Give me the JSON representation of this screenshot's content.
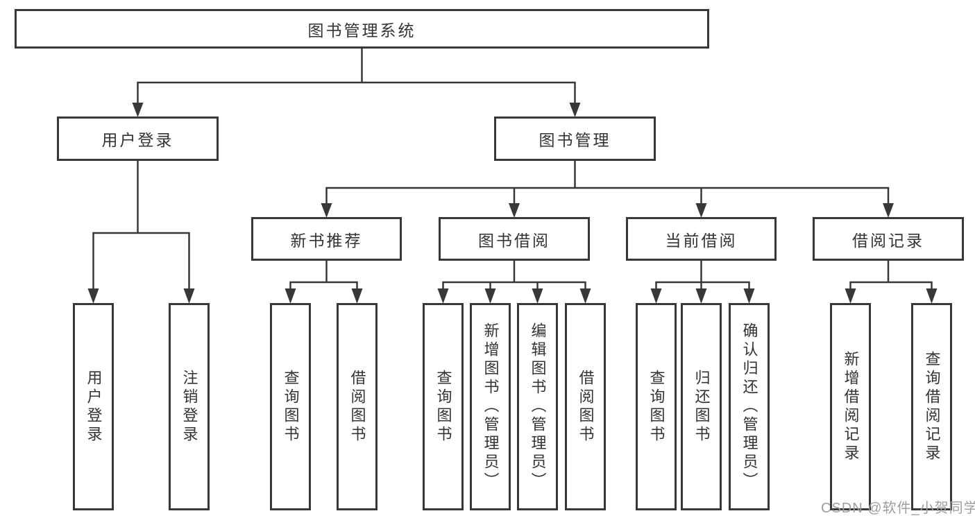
{
  "diagram": {
    "title": "图书管理系统",
    "root": {
      "label": "图书管理系统"
    },
    "branches": [
      {
        "label": "用户登录",
        "children": [
          {
            "label": "用户登录"
          },
          {
            "label": "注销登录"
          }
        ]
      },
      {
        "label": "图书管理",
        "children": [
          {
            "label": "新书推荐",
            "children": [
              {
                "label": "查询图书"
              },
              {
                "label": "借阅图书"
              }
            ]
          },
          {
            "label": "图书借阅",
            "children": [
              {
                "label": "查询图书"
              },
              {
                "label": "新增图书（管理员）"
              },
              {
                "label": "编辑图书（管理员）"
              },
              {
                "label": "借阅图书"
              }
            ]
          },
          {
            "label": "当前借阅",
            "children": [
              {
                "label": "查询图书"
              },
              {
                "label": "归还图书"
              },
              {
                "label": "确认归还（管理员）"
              }
            ]
          },
          {
            "label": "借阅记录",
            "children": [
              {
                "label": "新增借阅记录"
              },
              {
                "label": "查询借阅记录"
              }
            ]
          }
        ]
      }
    ]
  },
  "watermark": {
    "text": "CSDN @软件_小贺同学"
  },
  "colors": {
    "line": "#383838",
    "text": "#333333",
    "background": "#ffffff",
    "watermark": "#9e9e9e"
  }
}
